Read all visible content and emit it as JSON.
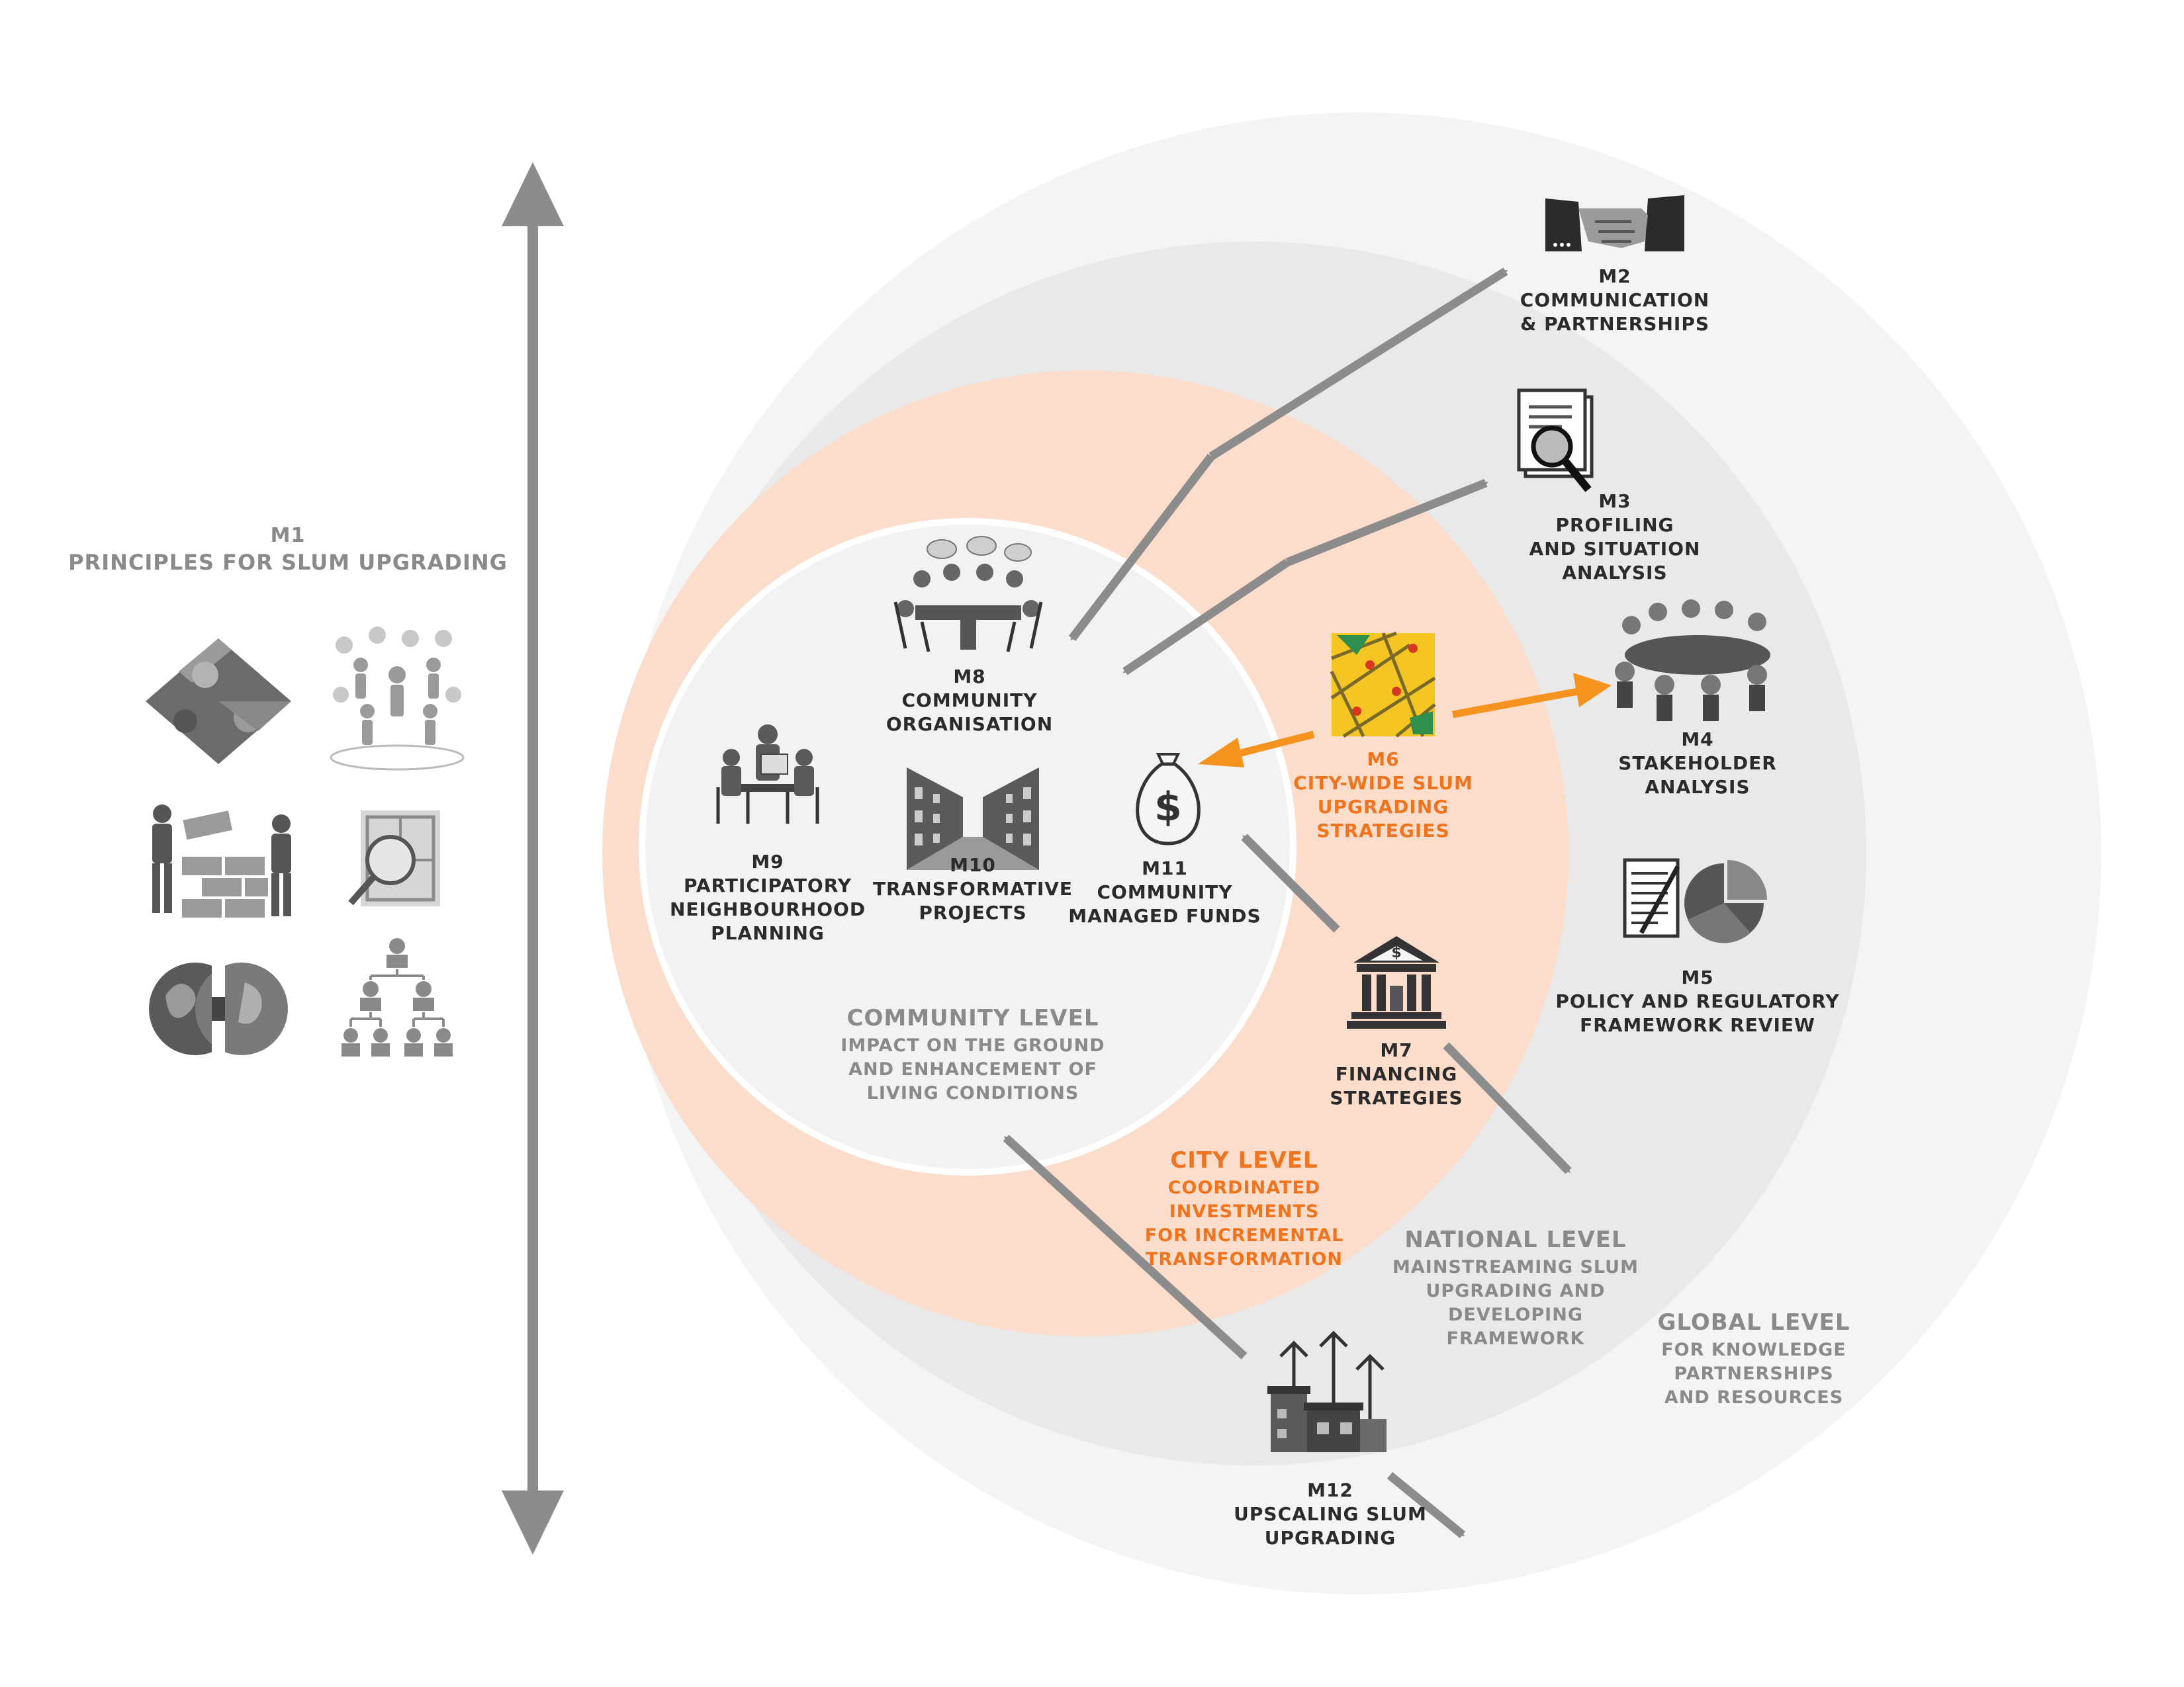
{
  "colors": {
    "accent_orange": "#f0731e",
    "arrow_orange": "#f6921e",
    "arrow_grey": "#8c8c8c",
    "city_ring": "#fcdccb",
    "national_ring": "#e9e9e9",
    "global_ring": "#f4f4f4",
    "community_core": "#f2f2f2",
    "text_dark": "#2b2b2b",
    "text_grey": "#8a8a8a"
  },
  "m1": {
    "code": "M1",
    "title": "PRINCIPLES FOR SLUM UPGRADING",
    "icons": [
      "puzzle-icon",
      "people-network-icon",
      "builders-icon",
      "floorplan-magnifier-icon",
      "split-globe-icon",
      "org-chart-icon"
    ]
  },
  "modules": {
    "m2": {
      "code": "M2",
      "title": "COMMUNICATION\n& PARTNERSHIPS",
      "icon": "handshake-icon"
    },
    "m3": {
      "code": "M3",
      "title": "PROFILING\nAND SITUATION ANALYSIS",
      "icon": "document-search-icon"
    },
    "m4": {
      "code": "M4",
      "title": "STAKEHOLDER\nANALYSIS",
      "icon": "meeting-table-icon"
    },
    "m5": {
      "code": "M5",
      "title": "POLICY AND REGULATORY\nFRAMEWORK REVIEW",
      "icon": "document-piechart-icon"
    },
    "m6": {
      "code": "M6",
      "title": "CITY-WIDE SLUM\nUPGRADING\nSTRATEGIES",
      "icon": "city-map-icon"
    },
    "m7": {
      "code": "M7",
      "title": "FINANCING\nSTRATEGIES",
      "icon": "bank-building-icon"
    },
    "m8": {
      "code": "M8",
      "title": "COMMUNITY\nORGANISATION",
      "icon": "community-meeting-icon"
    },
    "m9": {
      "code": "M9",
      "title": "PARTICIPATORY\nNEIGHBOURHOOD\nPLANNING",
      "icon": "planning-group-icon"
    },
    "m10": {
      "code": "M10",
      "title": "TRANSFORMATIVE\nPROJECTS",
      "icon": "street-perspective-icon"
    },
    "m11": {
      "code": "M11",
      "title": "COMMUNITY\nMANAGED FUNDS",
      "icon": "money-bag-icon"
    },
    "m12": {
      "code": "M12",
      "title": "UPSCALING SLUM\nUPGRADING",
      "icon": "houses-growth-icon"
    }
  },
  "levels": {
    "community": {
      "name": "COMMUNITY LEVEL",
      "desc": "IMPACT ON THE GROUND\nAND ENHANCEMENT OF\nLIVING CONDITIONS"
    },
    "city": {
      "name": "CITY LEVEL",
      "desc": "COORDINATED INVESTMENTS\nFOR INCREMENTAL\nTRANSFORMATION"
    },
    "national": {
      "name": "NATIONAL LEVEL",
      "desc": "MAINSTREAMING SLUM\nUPGRADING AND\nDEVELOPING FRAMEWORK"
    },
    "global": {
      "name": "GLOBAL LEVEL",
      "desc": "FOR KNOWLEDGE\nPARTNERSHIPS\nAND RESOURCES"
    }
  }
}
